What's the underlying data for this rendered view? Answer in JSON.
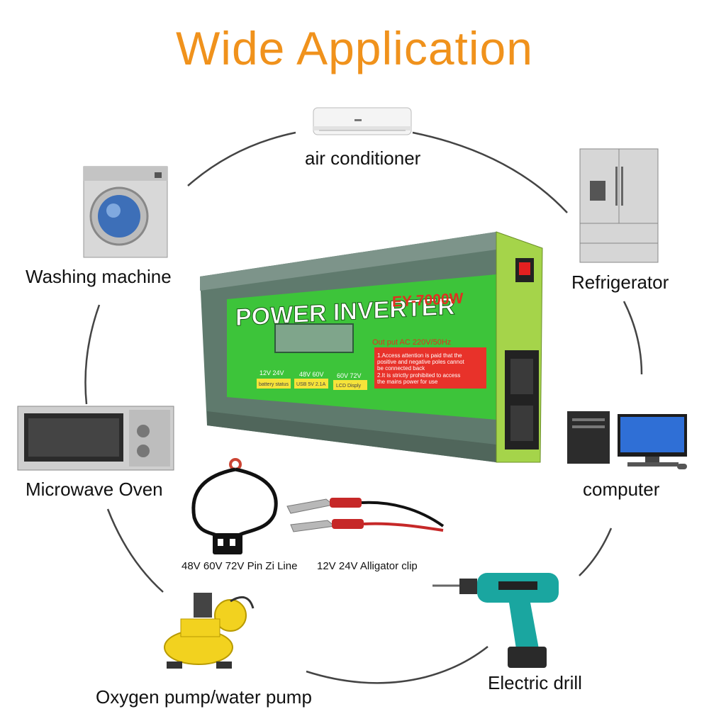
{
  "title": "Wide Application",
  "appliances": {
    "air_conditioner": "air conditioner",
    "washing_machine": "Washing machine",
    "refrigerator": "Refrigerator",
    "microwave": "Microwave Oven",
    "computer": "computer",
    "oxygen_pump": "Oxygen pump/water pump",
    "drill": "Electric drill"
  },
  "accessories": {
    "pin_line": "48V 60V 72V Pin Zi Line",
    "alligator": "12V 24V Alligator clip"
  },
  "inverter": {
    "brand": "POWER INVERTER",
    "model": "EY-7000W",
    "output": "Out put AC 220V/50Hz",
    "warning_1": "1.Access attention is paid that the",
    "warning_2": "positive and negative poles cannot",
    "warning_3": "be connected back",
    "warning_4": "2.It is strictly prohibited to access",
    "warning_5": "the mains power for use",
    "voltage_1": "12V 24V",
    "voltage_2": "48V 60V",
    "voltage_3": "60V 72V",
    "tag_1": "battery status",
    "tag_2": "USB 5V 2.1A",
    "tag_3": "LCD Disply"
  },
  "colors": {
    "title": "#f0921c",
    "inverter_green": "#3dc43a",
    "frame_green": "#a5d44a",
    "warning_red": "#e8322a"
  }
}
